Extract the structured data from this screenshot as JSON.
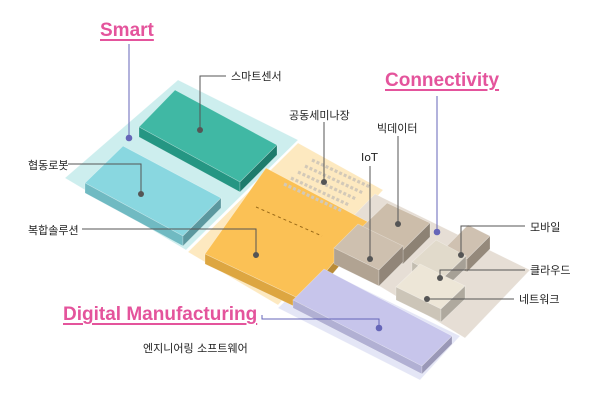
{
  "colors": {
    "category_text": "#e4549c",
    "smart_zone": "#cdeeee",
    "core_zone": "#fde9c0",
    "connectivity_zone": "#e6ded5",
    "digital_zone": "#e4e6f6",
    "teal_box": "#2bb09a",
    "cyan_box": "#7fd3dd",
    "orange_box": "#fbbd4a",
    "taupe_box": "#c9b9a6",
    "beige_box": "#ede5d6",
    "lavender_box": "#c5c3ea",
    "connector": "#555555",
    "category_dot": "#6565b8"
  },
  "categories": {
    "smart": "Smart",
    "connectivity": "Connectivity",
    "digital_manufacturing": "Digital Manufacturing"
  },
  "labels": {
    "smart_sensor": "스마트센서",
    "collaborative_robot": "협동로봇",
    "composite_solution": "복합솔루션",
    "process_simulation": "공동세미나장",
    "iot": "IoT",
    "big_data": "빅데이터",
    "mobile": "모바일",
    "cloud": "클라우드",
    "network": "네트워크",
    "engineering_software": "엔지니어링 소프트웨어"
  }
}
